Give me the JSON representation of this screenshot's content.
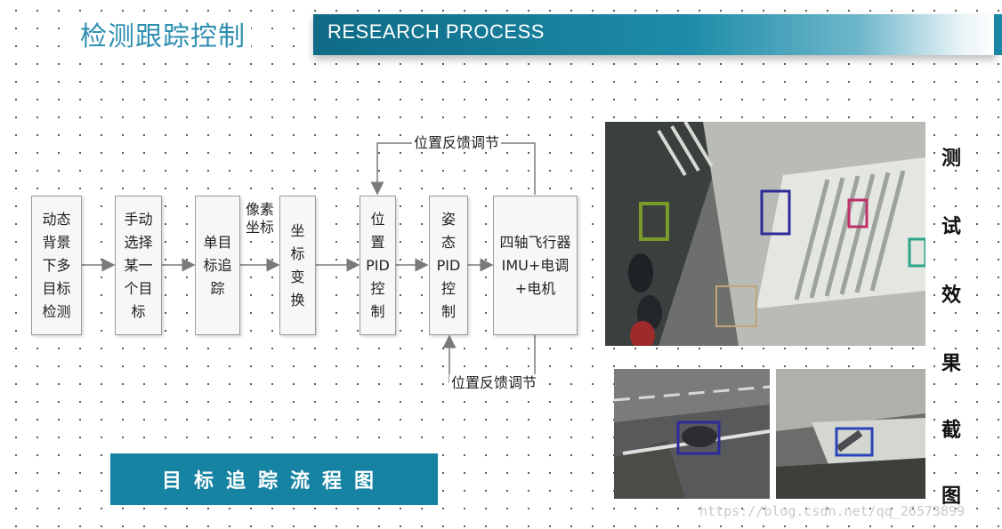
{
  "slide": {
    "title": "检测跟踪控制",
    "header": "RESEARCH PROCESS"
  },
  "flow": {
    "boxes": [
      "动态\n背景\n下多\n目标\n检测",
      "手动\n选择\n某一\n个目\n标",
      "单目\n标追\n踪",
      "坐\n标\n变\n换",
      "位\n置\nPID\n控\n制",
      "姿\n态\nPID\n控\n制",
      "四轴飞行器\nIMU+电调\n+电机"
    ],
    "pixel_label": "像素\n坐标",
    "feedback_top": "位置反馈调节",
    "feedback_bottom": "位置反馈调节"
  },
  "caption": "目标追踪流程图",
  "side_title_chars": [
    "测",
    "试",
    "效",
    "果",
    "截",
    "图"
  ],
  "watermark": "https://blog.csdn.net/qq_26573899",
  "colors": {
    "accent": "#1783a3",
    "title": "#2e8fb0",
    "box_green": "#7a9a2a",
    "box_blue": "#2b2b9a",
    "box_magenta": "#c0306a",
    "box_teal": "#2aa58a"
  }
}
